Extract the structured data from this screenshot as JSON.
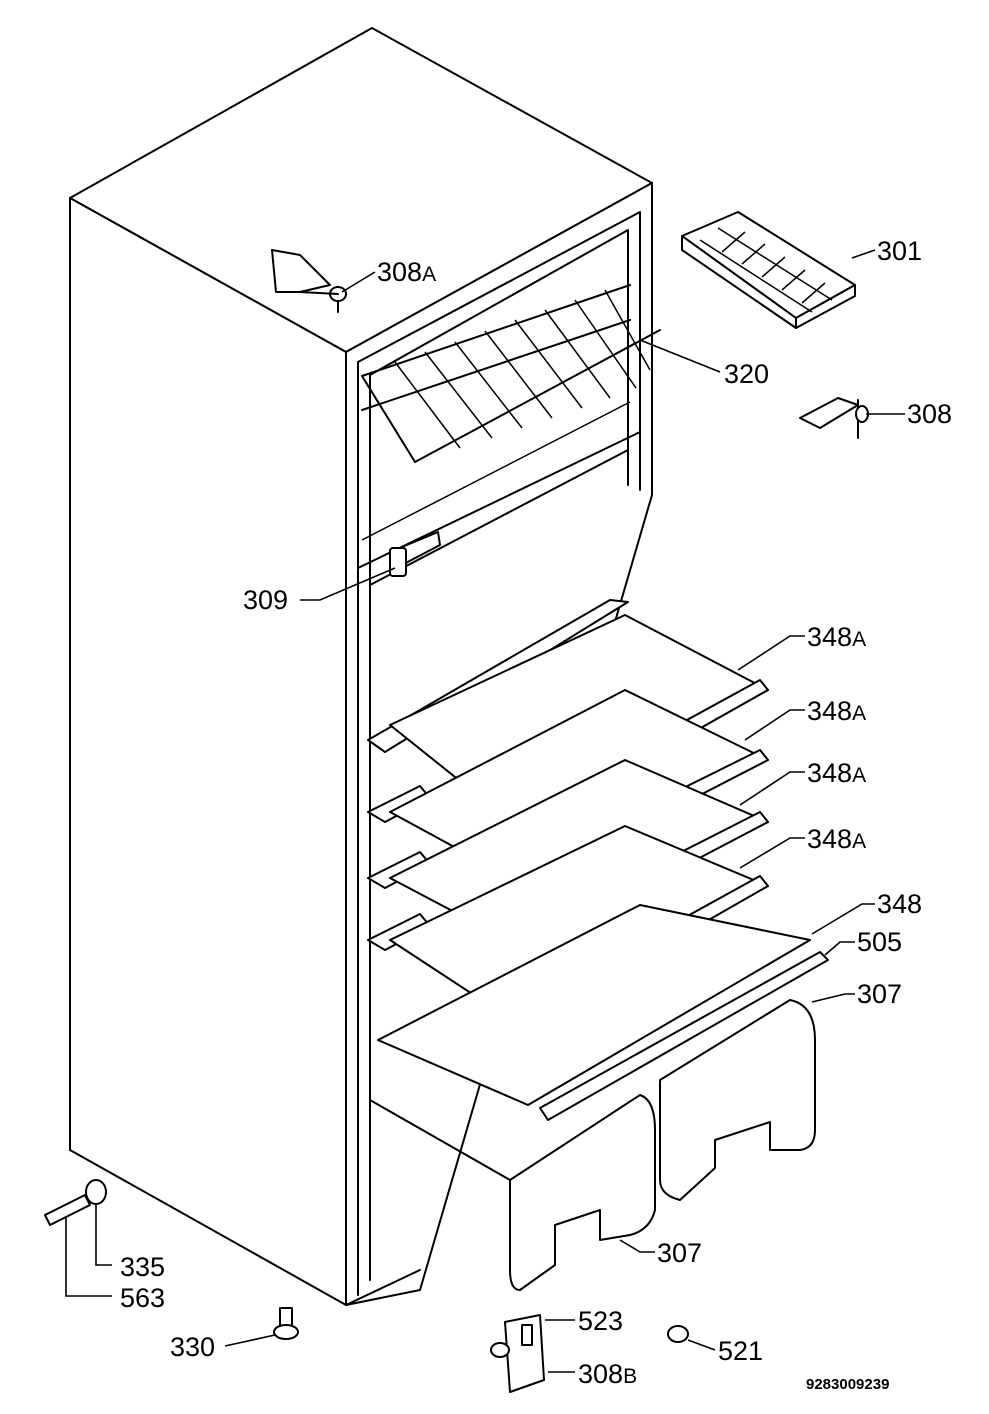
{
  "labels": [
    {
      "id": "301",
      "text": "301",
      "suffix": ""
    },
    {
      "id": "308A",
      "text": "308",
      "suffix": "A"
    },
    {
      "id": "320",
      "text": "320",
      "suffix": ""
    },
    {
      "id": "308",
      "text": "308",
      "suffix": ""
    },
    {
      "id": "309",
      "text": "309",
      "suffix": ""
    },
    {
      "id": "348A_1",
      "text": "348",
      "suffix": "A"
    },
    {
      "id": "348A_2",
      "text": "348",
      "suffix": "A"
    },
    {
      "id": "348A_3",
      "text": "348",
      "suffix": "A"
    },
    {
      "id": "348A_4",
      "text": "348",
      "suffix": "A"
    },
    {
      "id": "348",
      "text": "348",
      "suffix": ""
    },
    {
      "id": "505",
      "text": "505",
      "suffix": ""
    },
    {
      "id": "307_top",
      "text": "307",
      "suffix": ""
    },
    {
      "id": "307_bottom",
      "text": "307",
      "suffix": ""
    },
    {
      "id": "335",
      "text": "335",
      "suffix": ""
    },
    {
      "id": "563",
      "text": "563",
      "suffix": ""
    },
    {
      "id": "330",
      "text": "330",
      "suffix": ""
    },
    {
      "id": "523",
      "text": "523",
      "suffix": ""
    },
    {
      "id": "521",
      "text": "521",
      "suffix": ""
    },
    {
      "id": "308B",
      "text": "308",
      "suffix": "B"
    }
  ],
  "drawing_code": "9283009239"
}
